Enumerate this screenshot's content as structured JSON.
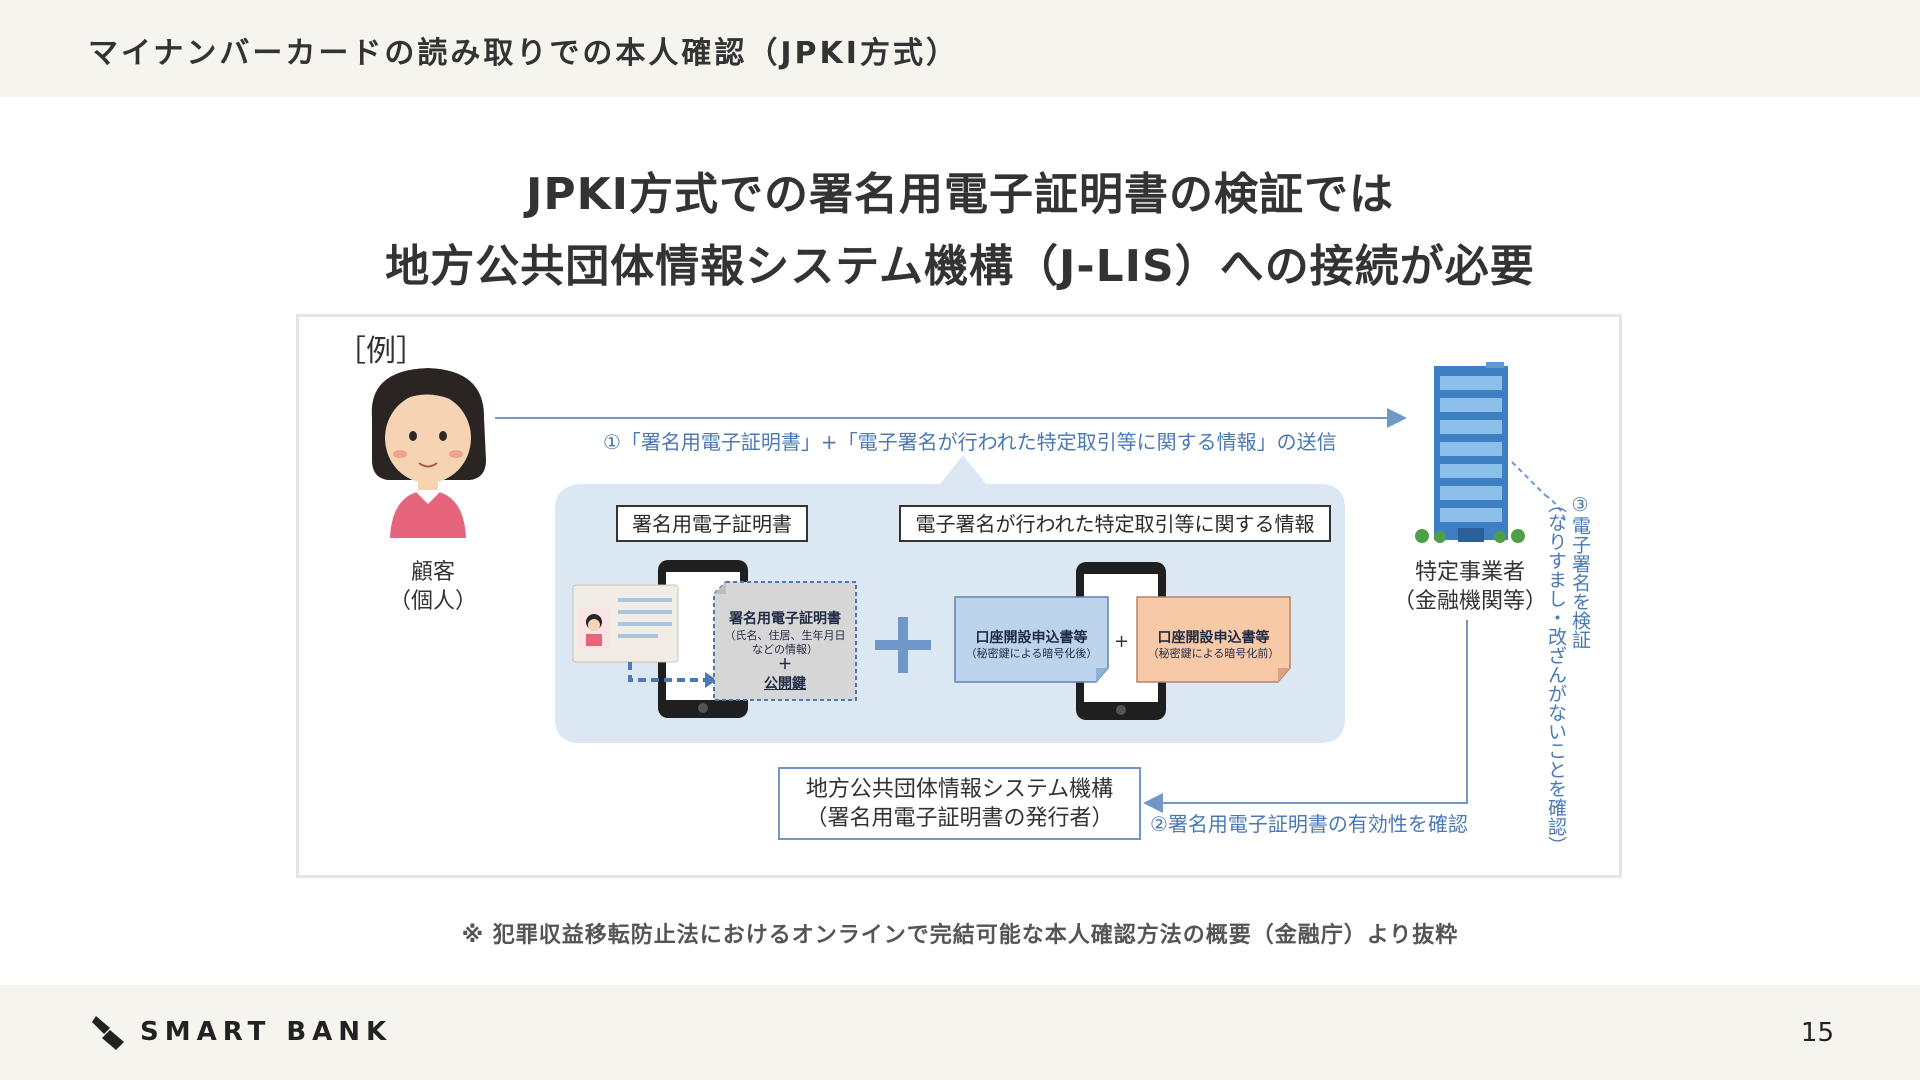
{
  "header": {
    "title": "マイナンバーカードの読み取りでの本人確認（JPKI方式）"
  },
  "headline": {
    "line1": "JPKI方式での署名用電子証明書の検証では",
    "line2": "地方公共団体情報システム機構（J-LIS）への接続が必要"
  },
  "diagram": {
    "example_label": "［例］",
    "customer": {
      "line1": "顧客",
      "line2": "（個人）"
    },
    "business": {
      "line1": "特定事業者",
      "line2": "（金融機関等）"
    },
    "step1_label": "①「署名用電子証明書」+「電子署名が行われた特定取引等に関する情報」の送信",
    "box_cert_title": "署名用電子証明書",
    "box_info_title": "電子署名が行われた特定取引等に関する情報",
    "cert_doc": {
      "title": "署名用電子証明書",
      "sub1": "（氏名、住居、生年月日",
      "sub2": "などの情報）",
      "plus": "＋",
      "key": "公開鍵"
    },
    "big_plus": "+",
    "doc_after": {
      "title": "口座開設申込書等",
      "sub": "（秘密鍵による暗号化後）"
    },
    "small_plus": "+",
    "doc_before": {
      "title": "口座開設申込書等",
      "sub": "（秘密鍵による暗号化前）"
    },
    "jlis": {
      "line1": "地方公共団体情報システム機構",
      "line2": "（署名用電子証明書の発行者）"
    },
    "step2_label": "②署名用電子証明書の有効性を確認",
    "step3_label": "③電子署名を検証",
    "step3_sub": "（なりすまし・改ざんがないことを確認）"
  },
  "note": "※ 犯罪収益移転防止法におけるオンラインで完結可能な本人確認方法の概要（金融庁）より抜粋",
  "footer": {
    "logo": "SMART BANK",
    "page": "15"
  },
  "colors": {
    "header_bg": "#f6f4ee",
    "panel_bg": "#dce7f4",
    "arrow_blue": "#6f98c8",
    "label_blue": "#4a79b4",
    "doc_blue": "#bcd3ec",
    "doc_orange": "#f7c9a6",
    "doc_gray": "#d6d6d6"
  }
}
